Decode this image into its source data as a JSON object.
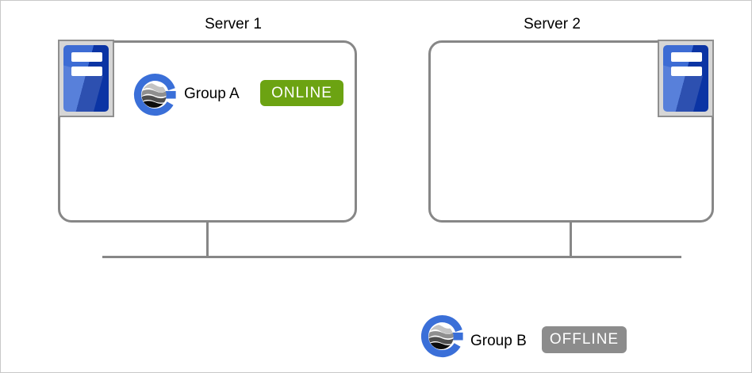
{
  "servers": [
    {
      "title": "Server 1",
      "icon": "server-tower-icon"
    },
    {
      "title": "Server 2",
      "icon": "server-tower-icon"
    }
  ],
  "groups": [
    {
      "label": "Group A",
      "status": "ONLINE",
      "icon": "group-globe-icon"
    },
    {
      "label": "Group B",
      "status": "OFFLINE",
      "icon": "group-globe-icon"
    }
  ],
  "colors": {
    "online_badge": "#6CA312",
    "offline_badge": "#8C8C8C",
    "box_border": "#878787",
    "connector_line": "#878787",
    "server_icon_frame": "#D6D6D6",
    "server_icon_body_dark": "#0B34A4",
    "server_icon_body_light": "#3D6CD4",
    "group_icon_ring": "#3A6FD8",
    "canvas_border": "#C8C8C8"
  }
}
